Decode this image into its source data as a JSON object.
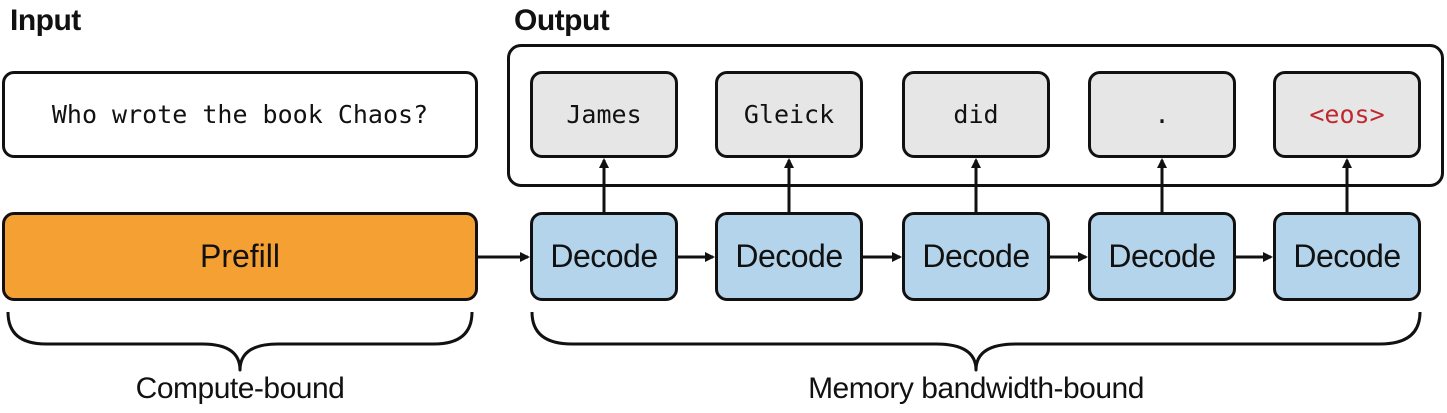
{
  "headings": {
    "input": "Input",
    "output": "Output"
  },
  "input_prompt": "Who wrote the book Chaos?",
  "output_tokens": [
    {
      "text": "James"
    },
    {
      "text": "Gleick"
    },
    {
      "text": "did"
    },
    {
      "text": "."
    },
    {
      "text": "<eos>",
      "color": "#c0282f"
    }
  ],
  "prefill": {
    "label": "Prefill",
    "color": "#f5a032",
    "bound_label": "Compute-bound"
  },
  "decode": {
    "label": "Decode",
    "count": 5,
    "color": "#b3d4ea",
    "bound_label": "Memory bandwidth-bound"
  },
  "token_box_color": "#e6e6e6"
}
